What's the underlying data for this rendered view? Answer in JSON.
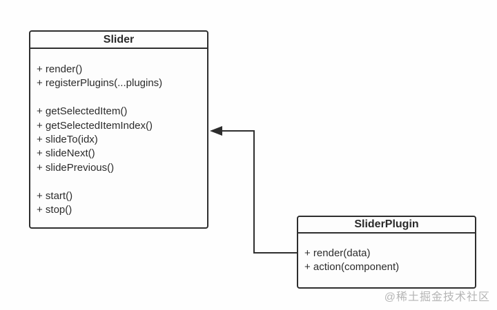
{
  "diagram": {
    "type": "uml-class-diagram",
    "classes": [
      {
        "name": "Slider",
        "methods": [
          "+ render()",
          "+ registerPlugins(...plugins)",
          "",
          "+ getSelectedItem()",
          "+ getSelectedItemIndex()",
          "+ slideTo(idx)",
          "+ slideNext()",
          "+ slidePrevious()",
          "",
          "+ start()",
          "+ stop()"
        ]
      },
      {
        "name": "SliderPlugin",
        "methods": [
          "+ render(data)",
          "+ action(component)"
        ]
      }
    ],
    "connector": {
      "from": "SliderPlugin",
      "to": "Slider",
      "style": "elbow-arrow-solid-head"
    }
  },
  "colors": {
    "line": "#2d2d2d",
    "arrow_fill": "#2d2d2d",
    "text": "#2b2b2b",
    "watermark": "#b5b5b5",
    "background": "#fefefe"
  },
  "watermark": {
    "text": "@稀土掘金技术社区"
  }
}
